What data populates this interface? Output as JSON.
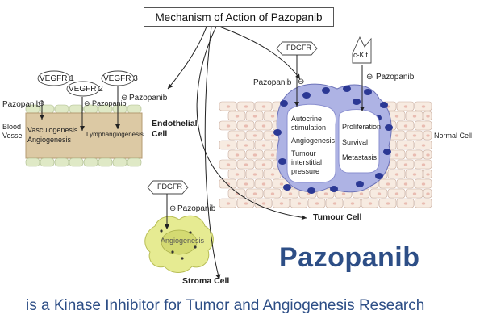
{
  "title": "Mechanism of Action of Pazopanib",
  "blood_vessel": {
    "label_line1": "Blood",
    "label_line2": "Vessel",
    "drug_label": "Pazopanib",
    "receptors": [
      "VEGFR 1",
      "VEGFR 2",
      "VEGFR 3"
    ],
    "inhibit_labels": [
      "Pazopanib",
      "Pazopanib"
    ],
    "effects": [
      "Vasculogenesis",
      "Angiogenesis",
      "Lymphangiogenesis"
    ]
  },
  "endothelial": {
    "line1": "Endothelial",
    "line2": "Cell"
  },
  "tumour": {
    "receptor_left": "FDGFR",
    "receptor_right": "c-Kit",
    "drug_left": "Pazopanib",
    "drug_right": "Pazopanib",
    "left_box": [
      "Autocrine",
      "stimulation",
      "Angiogenesis",
      "Tumour",
      "interstitial",
      "pressure"
    ],
    "right_box": [
      "Proliferation",
      "Survival",
      "Metastasis"
    ],
    "normal_cell": "Normal Cell",
    "tumour_cell": "Tumour Cell"
  },
  "stroma": {
    "receptor": "FDGFR",
    "drug": "Pazopanib",
    "effect": "Angiogenesis",
    "label": "Stroma Cell"
  },
  "watermark": {
    "big": "Pazopanib",
    "sub": "is a Kinase Inhibitor for Tumor and Angiogenesis Research"
  },
  "colors": {
    "vessel_fill": "#dcc9a4",
    "vessel_cells": "#dfe9c6",
    "tissue_cell": "#f7ebe1",
    "tissue_border": "#c9aea0",
    "tumour_fill": "#a9aee0",
    "tumour_dark": "#2b3894",
    "stroma_fill": "#e6eb92",
    "text_brand": "#2d4e86"
  }
}
